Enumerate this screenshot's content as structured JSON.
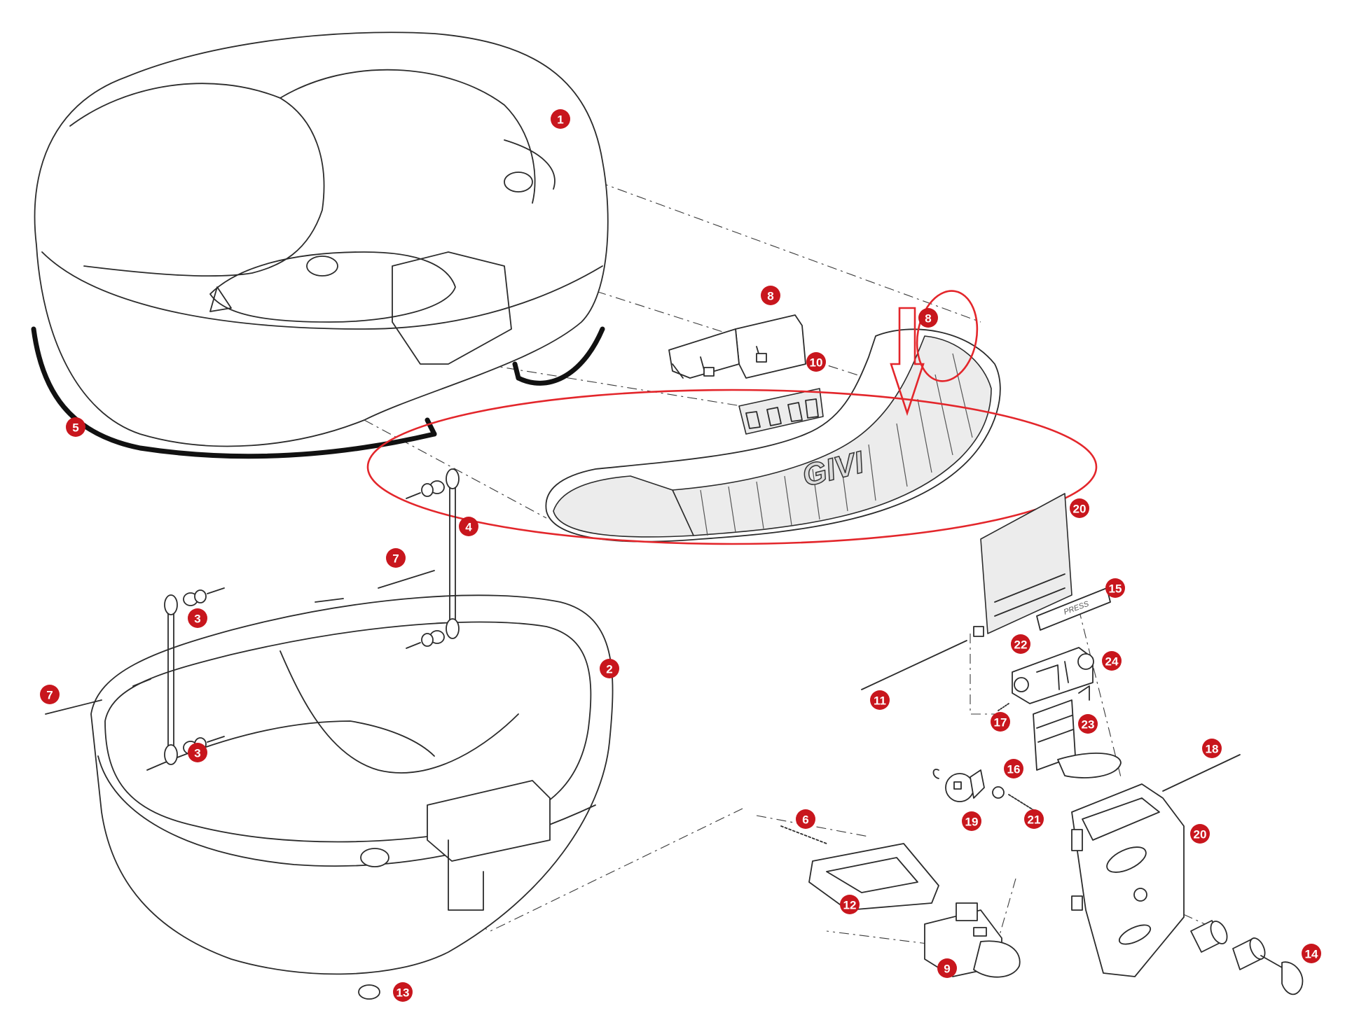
{
  "callouts": [
    {
      "id": "c1",
      "label": "1"
    },
    {
      "id": "c2",
      "label": "2"
    },
    {
      "id": "c3a",
      "label": "3"
    },
    {
      "id": "c3b",
      "label": "3"
    },
    {
      "id": "c4",
      "label": "4"
    },
    {
      "id": "c5",
      "label": "5"
    },
    {
      "id": "c6",
      "label": "6"
    },
    {
      "id": "c7a",
      "label": "7"
    },
    {
      "id": "c7b",
      "label": "7"
    },
    {
      "id": "c8a",
      "label": "8"
    },
    {
      "id": "c8b",
      "label": "8"
    },
    {
      "id": "c9",
      "label": "9"
    },
    {
      "id": "c10",
      "label": "10"
    },
    {
      "id": "c11",
      "label": "11"
    },
    {
      "id": "c12",
      "label": "12"
    },
    {
      "id": "c13",
      "label": "13"
    },
    {
      "id": "c14",
      "label": "14"
    },
    {
      "id": "c15",
      "label": "15"
    },
    {
      "id": "c16",
      "label": "16"
    },
    {
      "id": "c17",
      "label": "17"
    },
    {
      "id": "c18",
      "label": "18"
    },
    {
      "id": "c19",
      "label": "19"
    },
    {
      "id": "c20a",
      "label": "20"
    },
    {
      "id": "c20b",
      "label": "20"
    },
    {
      "id": "c21",
      "label": "21"
    },
    {
      "id": "c22",
      "label": "22"
    },
    {
      "id": "c23",
      "label": "23"
    },
    {
      "id": "c24",
      "label": "24"
    }
  ],
  "logo": {
    "text": "GIVI"
  },
  "button_label": {
    "text": "PRESS"
  },
  "colors": {
    "callout": "#c8161d",
    "highlight": "#e3262b",
    "line": "#2b2b2b"
  }
}
